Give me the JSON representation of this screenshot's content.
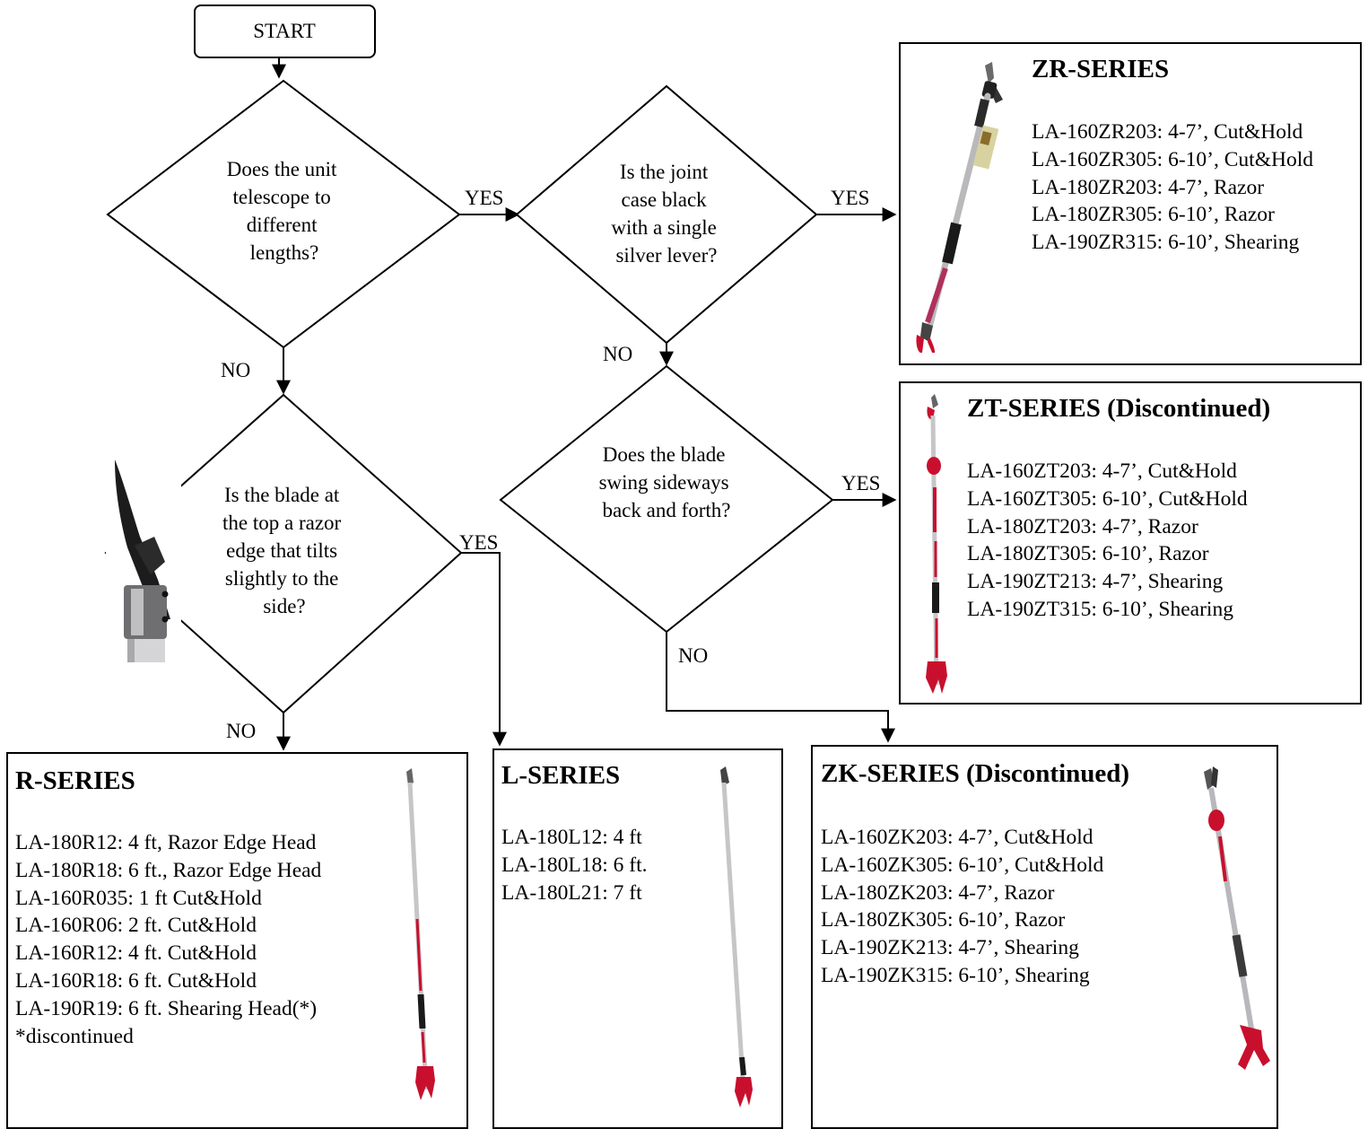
{
  "start": {
    "label": "START"
  },
  "decisions": {
    "telescope": {
      "lines": [
        "Does the unit",
        "telescope to",
        "different",
        "lengths?"
      ]
    },
    "joint": {
      "lines": [
        "Is the joint",
        "case black",
        "with a single",
        "silver lever?"
      ]
    },
    "swing": {
      "lines": [
        "Does the blade",
        "swing sideways",
        "back and forth?"
      ]
    },
    "razor": {
      "lines": [
        "Is the blade at",
        "the top a razor",
        "edge that tilts",
        "slightly to the",
        "side?"
      ]
    }
  },
  "branch_labels": {
    "telescope_yes": "YES",
    "telescope_no": "NO",
    "joint_yes": "YES",
    "joint_no": "NO",
    "swing_yes": "YES",
    "swing_no": "NO",
    "razor_yes": "YES",
    "razor_no": "NO"
  },
  "series": {
    "zr": {
      "title": "ZR-SERIES",
      "items": [
        "LA-160ZR203: 4-7’, Cut&Hold",
        "LA-160ZR305: 6-10’, Cut&Hold",
        "LA-180ZR203: 4-7’, Razor",
        "LA-180ZR305: 6-10’, Razor",
        "LA-190ZR315: 6-10’, Shearing"
      ]
    },
    "zt": {
      "title": "ZT-SERIES (Discontinued)",
      "items": [
        "LA-160ZT203: 4-7’, Cut&Hold",
        "LA-160ZT305: 6-10’, Cut&Hold",
        "LA-180ZT203: 4-7’, Razor",
        "LA-180ZT305: 6-10’, Razor",
        "LA-190ZT213: 4-7’, Shearing",
        "LA-190ZT315: 6-10’, Shearing"
      ]
    },
    "r": {
      "title": "R-SERIES",
      "items": [
        "LA-180R12: 4 ft, Razor Edge Head",
        "LA-180R18: 6 ft., Razor Edge Head",
        "LA-160R035: 1 ft Cut&Hold",
        "LA-160R06: 2 ft. Cut&Hold",
        "LA-160R12: 4 ft. Cut&Hold",
        "LA-160R18: 6 ft. Cut&Hold",
        "LA-190R19: 6 ft. Shearing Head(*)",
        "*discontinued"
      ]
    },
    "l": {
      "title": "L-SERIES",
      "items": [
        "LA-180L12: 4 ft",
        "LA-180L18: 6 ft.",
        "LA-180L21: 7 ft"
      ]
    },
    "zk": {
      "title": "ZK-SERIES (Discontinued)",
      "items": [
        "LA-160ZK203: 4-7’, Cut&Hold",
        "LA-160ZK305: 6-10’, Cut&Hold",
        "LA-180ZK203: 4-7’, Razor",
        "LA-180ZK305: 6-10’, Razor",
        "LA-190ZK213: 4-7’, Shearing",
        "LA-190ZK315: 6-10’, Shearing"
      ]
    }
  },
  "colors": {
    "accent_red": "#c8102e",
    "pole_silver": "#c9c9cc",
    "grip_black": "#1a1a1a"
  }
}
